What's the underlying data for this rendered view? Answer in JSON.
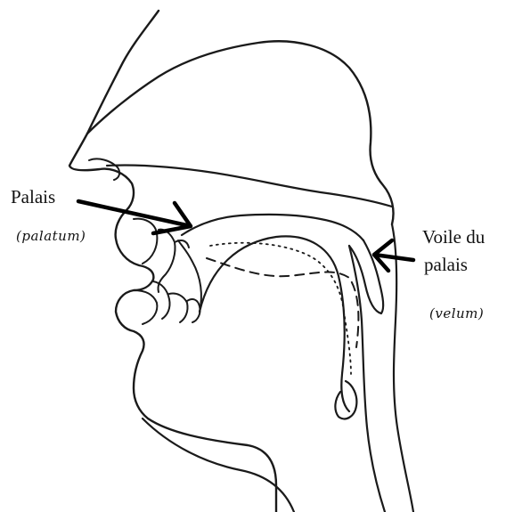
{
  "labels": {
    "palais": "Palais",
    "palatum": "(palatum)",
    "voile_line1": "Voile du",
    "voile_line2": "palais",
    "velum": "(velum)"
  },
  "colors": {
    "line": "#1a1a1a",
    "background": "#ffffff"
  }
}
